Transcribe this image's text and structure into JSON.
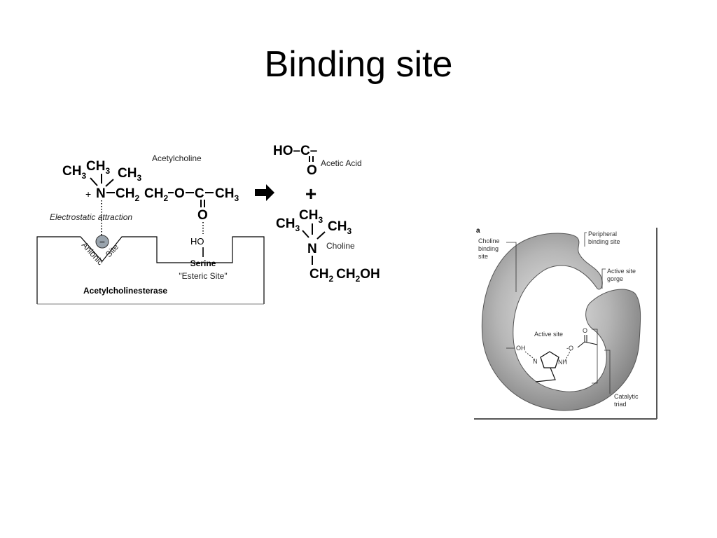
{
  "slide": {
    "title": "Binding site"
  },
  "left_diagram": {
    "acetylcholine_label": "Acetylcholine",
    "electrostatic_label": "Electrostatic attraction",
    "anionic_label": "Anionic",
    "site_label": "Site",
    "minus_sign": "−",
    "ho_label": "HO",
    "serine_label": "Serine",
    "esteric_label": "\"Esteric Site\"",
    "enzyme_label": "Acetylcholinesterase",
    "plus_sign": "+",
    "n_atom": "N",
    "o_atom": "O",
    "c_atom": "C",
    "ch": "CH",
    "sub3": "3",
    "sub2": "2"
  },
  "products": {
    "ho_c": "HO–C–",
    "o_atom": "O",
    "acetic_acid_label": "Acetic Acid",
    "plus": "+",
    "n_atom": "N",
    "choline_label": "Choline",
    "ch": "CH",
    "oh": "OH",
    "sub3": "3",
    "sub2": "2"
  },
  "right_figure": {
    "panel_letter": "a",
    "choline_binding_site": [
      "Choline",
      "binding",
      "site"
    ],
    "peripheral_binding_site": [
      "Peripheral",
      "binding site"
    ],
    "active_site_gorge": [
      "Active site",
      "gorge"
    ],
    "active_site": "Active site",
    "catalytic_triad": [
      "Catalytic",
      "triad"
    ],
    "oh_label": "OH",
    "o_minus_label": "-O",
    "n_label": "N",
    "nh_label": "NH",
    "o_label": "O"
  },
  "colors": {
    "enzyme_fill": "#a9a9a9",
    "anion_fill": "#9aa4ad",
    "text": "#000000"
  }
}
